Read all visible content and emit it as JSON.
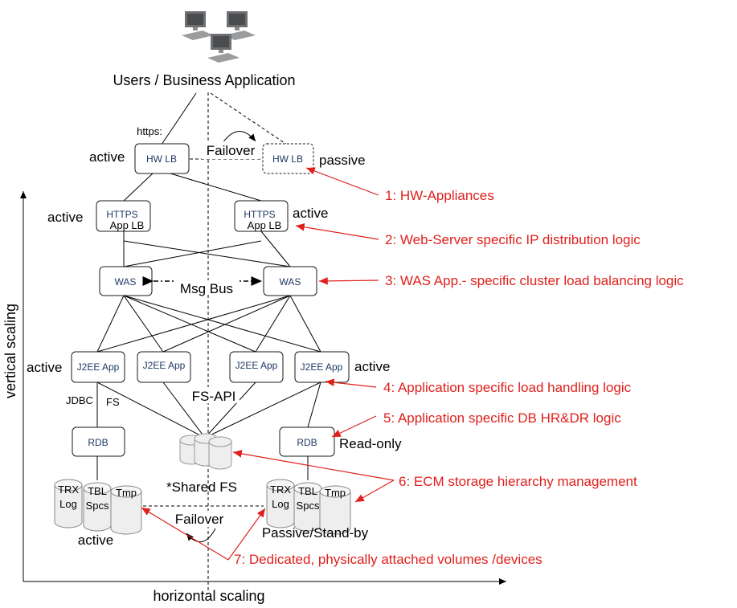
{
  "users_label": "Users / Business Application",
  "https_label": "https:",
  "failover_top": "Failover",
  "hw_lb": "HW LB",
  "active": "active",
  "passive": "passive",
  "https_line1": "HTTPS",
  "https_line2": "App LB",
  "was": "WAS",
  "msg_bus": "Msg Bus",
  "j2ee": "J2EE App",
  "jdbc": "JDBC",
  "fs": "FS",
  "fs_api": "FS-API",
  "rdb": "RDB",
  "read_only": "Read-only",
  "shared_fs": "*Shared FS",
  "db_labels": {
    "trx1": "TRX",
    "trx2": "Log",
    "tbl1": "TBL",
    "tbl2": "Spcs",
    "tmp": "Tmp"
  },
  "failover_bottom": "Failover",
  "passive_standby": "Passive/Stand-by",
  "vertical_scaling": "vertical scaling",
  "horizontal_scaling": "horizontal scaling",
  "annotations": [
    "1: HW-Appliances",
    "2: Web-Server specific IP distribution logic",
    "3: WAS App.- specific cluster load balancing logic",
    "4: Application specific load handling logic",
    "5: Application specific DB HR&DR logic",
    "6: ECM  storage hierarchy management",
    "7: Dedicated, physically attached volumes /devices"
  ],
  "colors": {
    "annotation": "#e0201c",
    "box_text": "#1f3864"
  }
}
